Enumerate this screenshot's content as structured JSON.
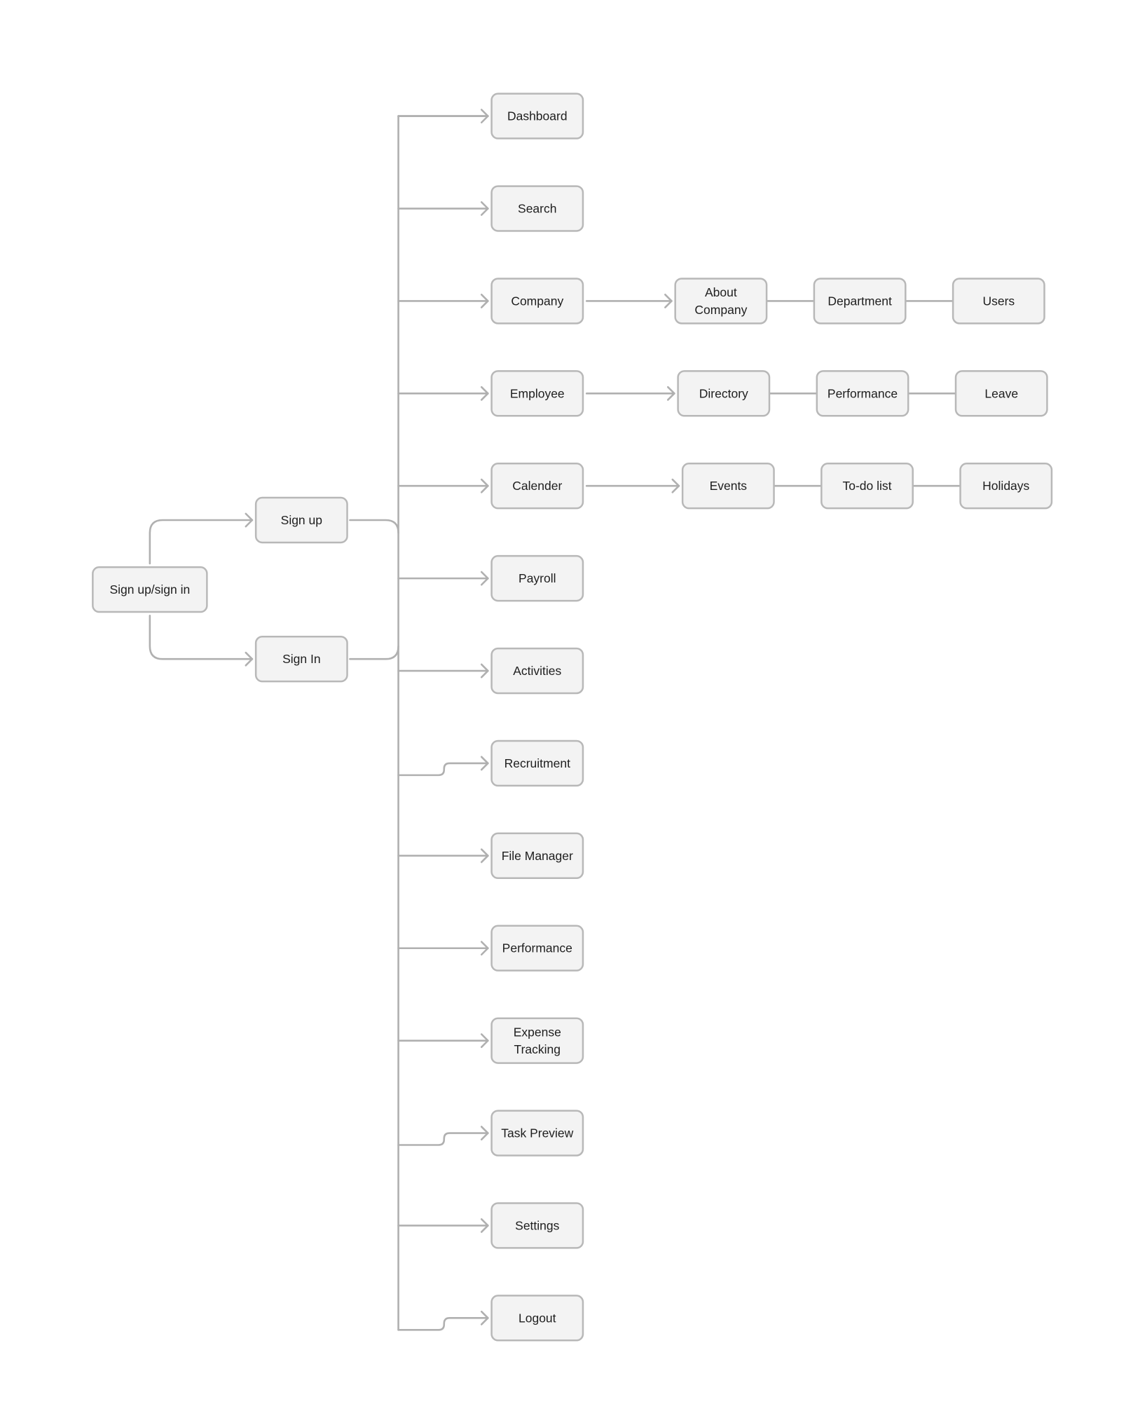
{
  "diagram": {
    "type": "sitemap-flowchart",
    "line_color": "#b0b0b0",
    "node_fill": "#f3f3f3",
    "node_border": "#b8b8b8",
    "root": {
      "id": "root",
      "label": "Sign up/sign in"
    },
    "auth": [
      {
        "id": "signup",
        "label": "Sign up"
      },
      {
        "id": "signin",
        "label": "Sign In"
      }
    ],
    "menu": [
      {
        "id": "dashboard",
        "label": "Dashboard"
      },
      {
        "id": "search",
        "label": "Search"
      },
      {
        "id": "company",
        "label": "Company",
        "children": [
          {
            "id": "about-company",
            "label": "About\nCompany"
          },
          {
            "id": "department",
            "label": "Department"
          },
          {
            "id": "users",
            "label": "Users"
          }
        ]
      },
      {
        "id": "employee",
        "label": "Employee",
        "children": [
          {
            "id": "directory",
            "label": "Directory"
          },
          {
            "id": "employee-performance",
            "label": "Performance"
          },
          {
            "id": "leave",
            "label": "Leave"
          }
        ]
      },
      {
        "id": "calender",
        "label": "Calender",
        "children": [
          {
            "id": "events",
            "label": "Events"
          },
          {
            "id": "todo-list",
            "label": "To-do list"
          },
          {
            "id": "holidays",
            "label": "Holidays"
          }
        ]
      },
      {
        "id": "payroll",
        "label": "Payroll"
      },
      {
        "id": "activities",
        "label": "Activities"
      },
      {
        "id": "recruitment",
        "label": "Recruitment"
      },
      {
        "id": "file-manager",
        "label": "File Manager"
      },
      {
        "id": "performance",
        "label": "Performance"
      },
      {
        "id": "expense-tracking",
        "label": "Expense\nTracking"
      },
      {
        "id": "task-preview",
        "label": "Task Preview"
      },
      {
        "id": "settings",
        "label": "Settings"
      },
      {
        "id": "logout",
        "label": "Logout"
      }
    ]
  }
}
